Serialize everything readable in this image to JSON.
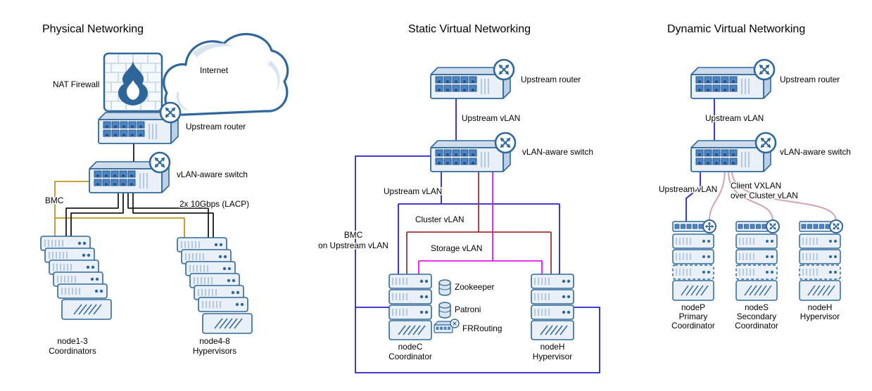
{
  "panels": {
    "physical": {
      "title": "Physical Networking",
      "labels": {
        "internet": "Internet",
        "nat_firewall": "NAT Firewall",
        "upstream_router": "Upstream router",
        "vlan_switch": "vLAN-aware switch",
        "bmc": "BMC",
        "lacp": "2x 10Gbps (LACP)",
        "coordinators_name": "node1-3",
        "coordinators_role": "Coordinators",
        "hypervisors_name": "node4-8",
        "hypervisors_role": "Hypervisors"
      }
    },
    "static_virtual": {
      "title": "Static Virtual Networking",
      "labels": {
        "upstream_router": "Upstream router",
        "upstream_vlan_link": "Upstream vLAN",
        "vlan_switch": "vLAN-aware switch",
        "upstream_vlan": "Upstream vLAN",
        "cluster_vlan": "Cluster vLAN",
        "storage_vlan": "Storage vLAN",
        "bmc_line1": "BMC",
        "bmc_line2": "on Upstream vLAN",
        "zookeeper": "Zookeeper",
        "patroni": "Patroni",
        "frrouting": "FRRouting",
        "nodec_name": "nodeC",
        "nodec_role": "Coordinator",
        "nodeh_name": "nodeH",
        "nodeh_role": "Hypervisor"
      }
    },
    "dynamic_virtual": {
      "title": "Dynamic Virtual Networking",
      "labels": {
        "upstream_router": "Upstream router",
        "upstream_vlan_link": "Upstream vLAN",
        "vlan_switch": "vLAN-aware switch",
        "upstream_vlan": "Upstream vLAN",
        "vxlan_line1": "Client VXLAN",
        "vxlan_line2": "over Cluster vLAN",
        "nodep_name": "nodeP",
        "nodep_role1": "Primary",
        "nodep_role2": "Coordinator",
        "nodes_name": "nodeS",
        "nodes_role1": "Secondary",
        "nodes_role2": "Coordinator",
        "nodeh_name": "nodeH",
        "nodeh_role": "Hypervisor"
      }
    }
  },
  "colors": {
    "device_outline": "#31689b",
    "device_fill": "#eaf0f8",
    "port_fill": "#4d84c4",
    "wire_physical_black": "#1a1a1a",
    "wire_bmc_gold": "#bf9b16",
    "wire_upstream_vlan_blue": "#2424cc",
    "wire_cluster_vlan_red": "#9e3434",
    "wire_storage_vlan_magenta": "#e813e8",
    "wire_client_vxlan_pink": "#d1a3b3"
  }
}
